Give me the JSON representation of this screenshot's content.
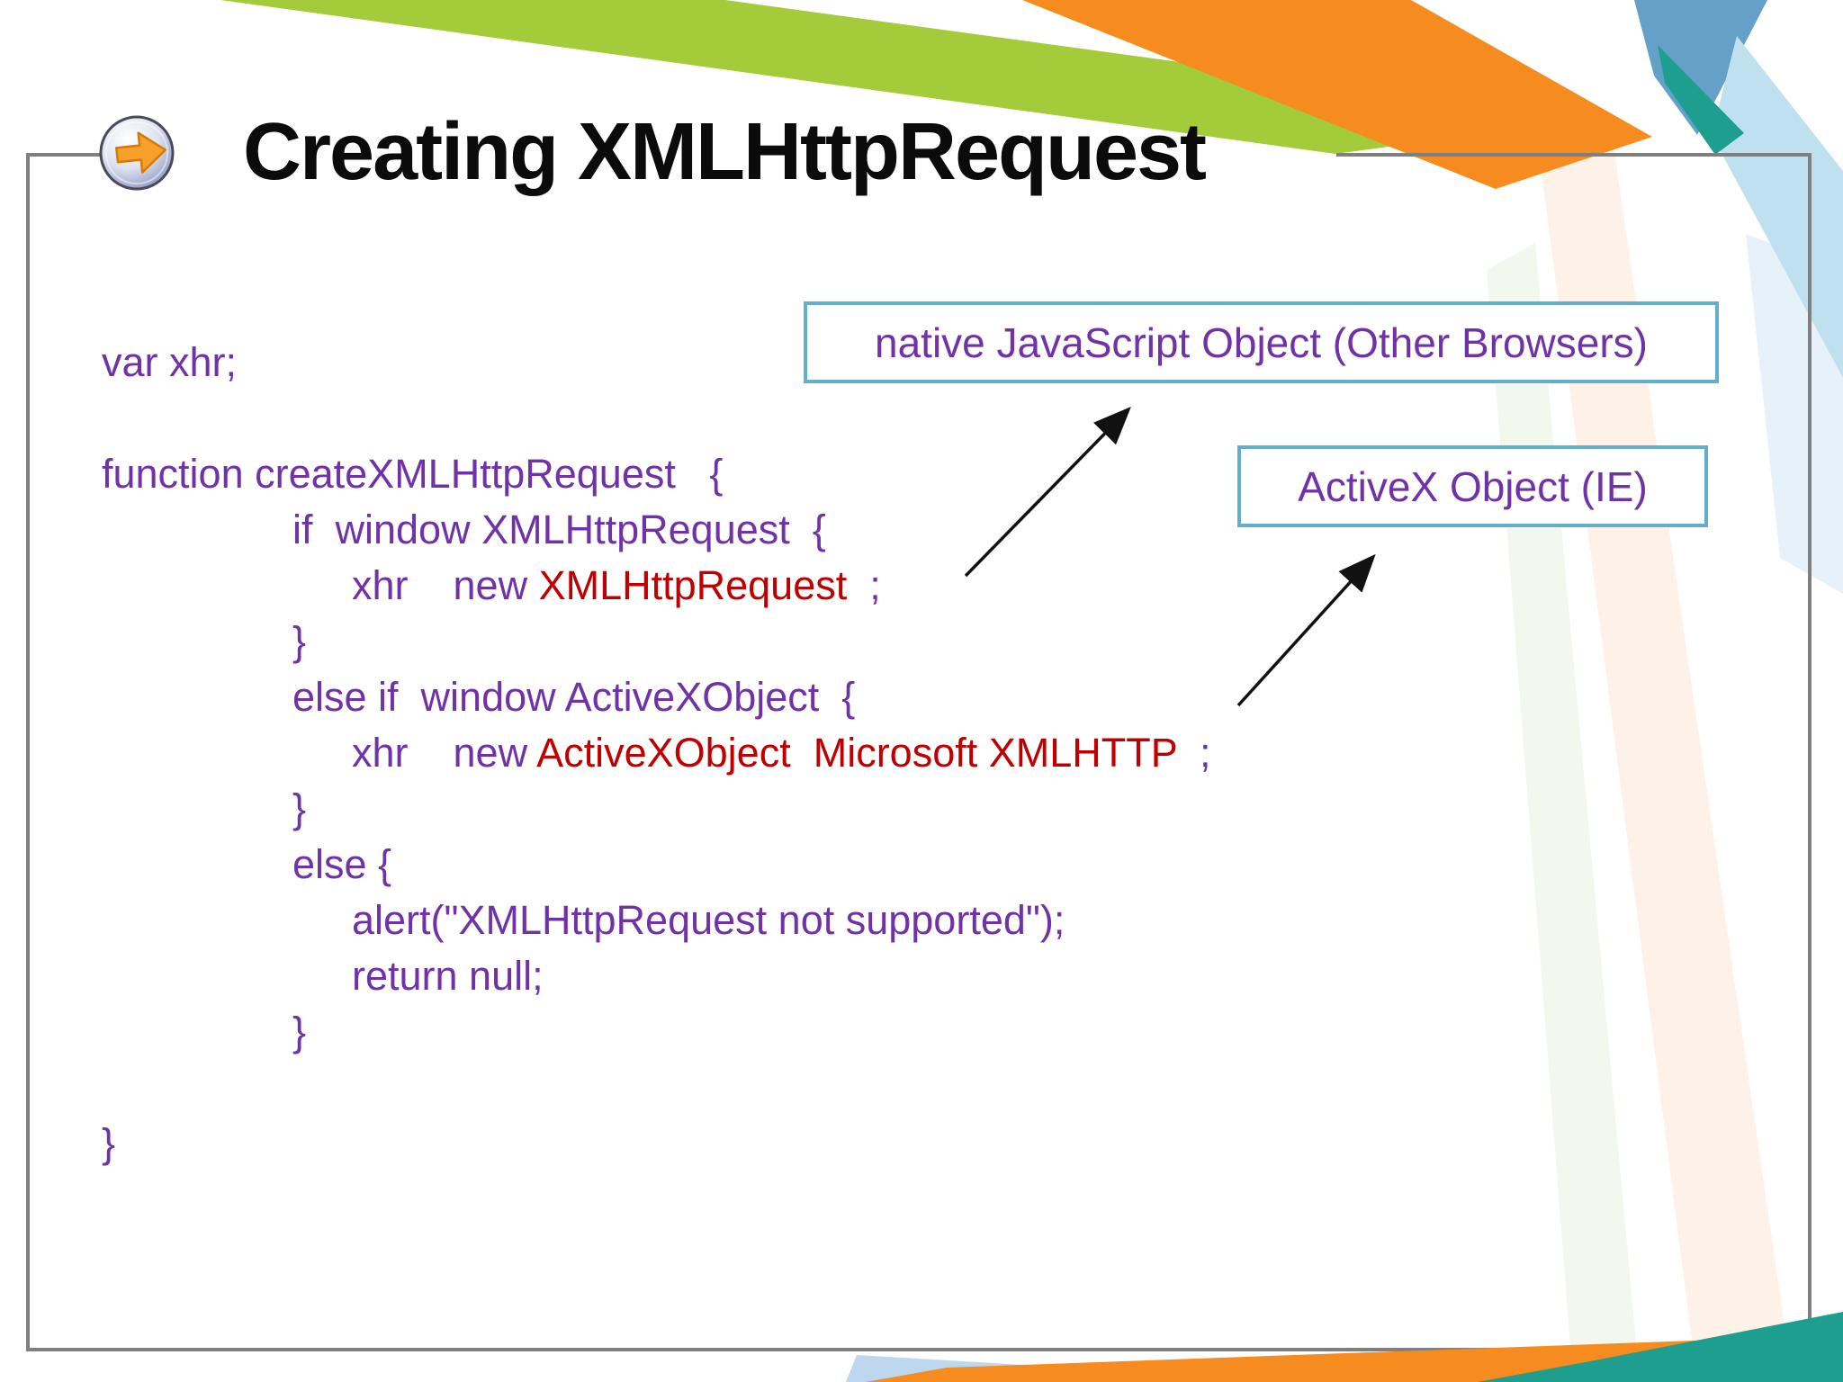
{
  "slide": {
    "title": "Creating XMLHttpRequest",
    "title_icon": "arrow-circle-icon",
    "callouts": {
      "native": {
        "label": "native JavaScript Object (Other Browsers)"
      },
      "activex": {
        "label": "ActiveX Object (IE)"
      }
    },
    "code": {
      "lines": [
        {
          "ind": 0,
          "segs": [
            {
              "t": "var xhr;",
              "c": "purple"
            }
          ]
        },
        {
          "ind": 0,
          "segs": []
        },
        {
          "ind": 0,
          "segs": [
            {
              "t": "function createXMLHttpRequest   {",
              "c": "purple"
            }
          ]
        },
        {
          "ind": 1,
          "segs": [
            {
              "t": "if  window XMLHttpRequest  {",
              "c": "purple"
            }
          ]
        },
        {
          "ind": 2,
          "segs": [
            {
              "t": "xhr    new ",
              "c": "purple"
            },
            {
              "t": "XMLHttpRequest",
              "c": "red"
            },
            {
              "t": "  ;",
              "c": "purple"
            }
          ]
        },
        {
          "ind": 1,
          "segs": [
            {
              "t": "}",
              "c": "purple"
            }
          ]
        },
        {
          "ind": 1,
          "segs": [
            {
              "t": "else if  window ActiveXObject  {",
              "c": "purple"
            }
          ]
        },
        {
          "ind": 2,
          "segs": [
            {
              "t": "xhr    new ",
              "c": "purple"
            },
            {
              "t": "ActiveXObject  Microsoft XMLHTTP",
              "c": "red"
            },
            {
              "t": "  ;",
              "c": "purple"
            }
          ]
        },
        {
          "ind": 1,
          "segs": [
            {
              "t": "}",
              "c": "purple"
            }
          ]
        },
        {
          "ind": 1,
          "segs": [
            {
              "t": "else {",
              "c": "purple"
            }
          ]
        },
        {
          "ind": 2,
          "segs": [
            {
              "t": "alert(\"XMLHttpRequest not supported\");",
              "c": "purple"
            }
          ]
        },
        {
          "ind": 2,
          "segs": [
            {
              "t": "return null;",
              "c": "purple"
            }
          ]
        },
        {
          "ind": 1,
          "segs": [
            {
              "t": "}",
              "c": "purple"
            }
          ]
        },
        {
          "ind": 0,
          "segs": []
        },
        {
          "ind": 0,
          "segs": [
            {
              "t": "}",
              "c": "purple"
            }
          ]
        }
      ]
    },
    "colors": {
      "code_purple": "#7132A8",
      "code_red": "#C00000",
      "callout_border": "#63AFCB",
      "frame_gray": "#7F7F7F",
      "stripe_lime": "#A4CB3A",
      "stripe_orange": "#F68B1F",
      "stripe_blue": "#64A0C8",
      "stripe_teal": "#1E9E8E",
      "stripe_lightblue": "#BDD7EE",
      "stripe_peach": "#FBE5D6",
      "stripe_palegreen": "#E2EFD9"
    }
  }
}
